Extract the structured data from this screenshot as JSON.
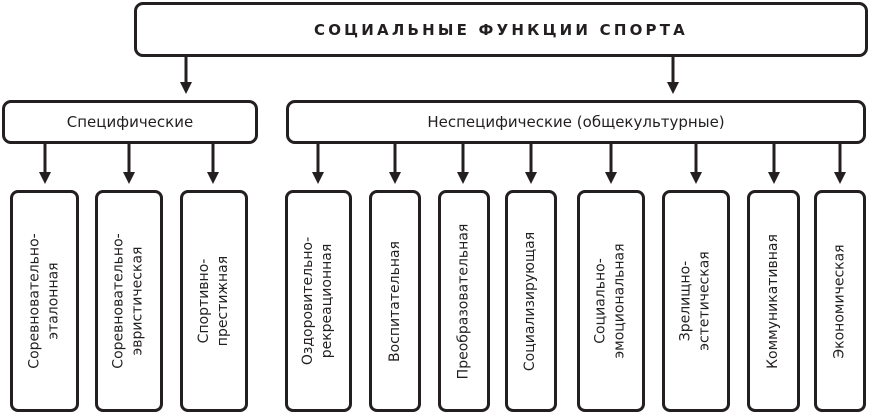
{
  "diagram": {
    "root": {
      "label": "СОЦИАЛЬНЫЕ ФУНКЦИИ СПОРТА"
    },
    "branches": [
      {
        "label": "Специфические",
        "children": [
          [
            "Соревновательно-",
            "эталонная"
          ],
          [
            "Соревновательно-",
            "эвристическая"
          ],
          [
            "Спортивно-",
            "престижная"
          ]
        ]
      },
      {
        "label": "Неспецифические (общекультурные)",
        "children": [
          [
            "Оздоровительно-",
            "рекреационная"
          ],
          [
            "Воспитательная"
          ],
          [
            "Преобразовательная"
          ],
          [
            "Социализирующая"
          ],
          [
            "Социально-",
            "эмоциональная"
          ],
          [
            "Зрелищно-",
            "эстетическая"
          ],
          [
            "Коммуникативная"
          ],
          [
            "Экономическая"
          ]
        ]
      }
    ]
  },
  "colors": {
    "stroke": "#231f20",
    "background": "#ffffff"
  }
}
